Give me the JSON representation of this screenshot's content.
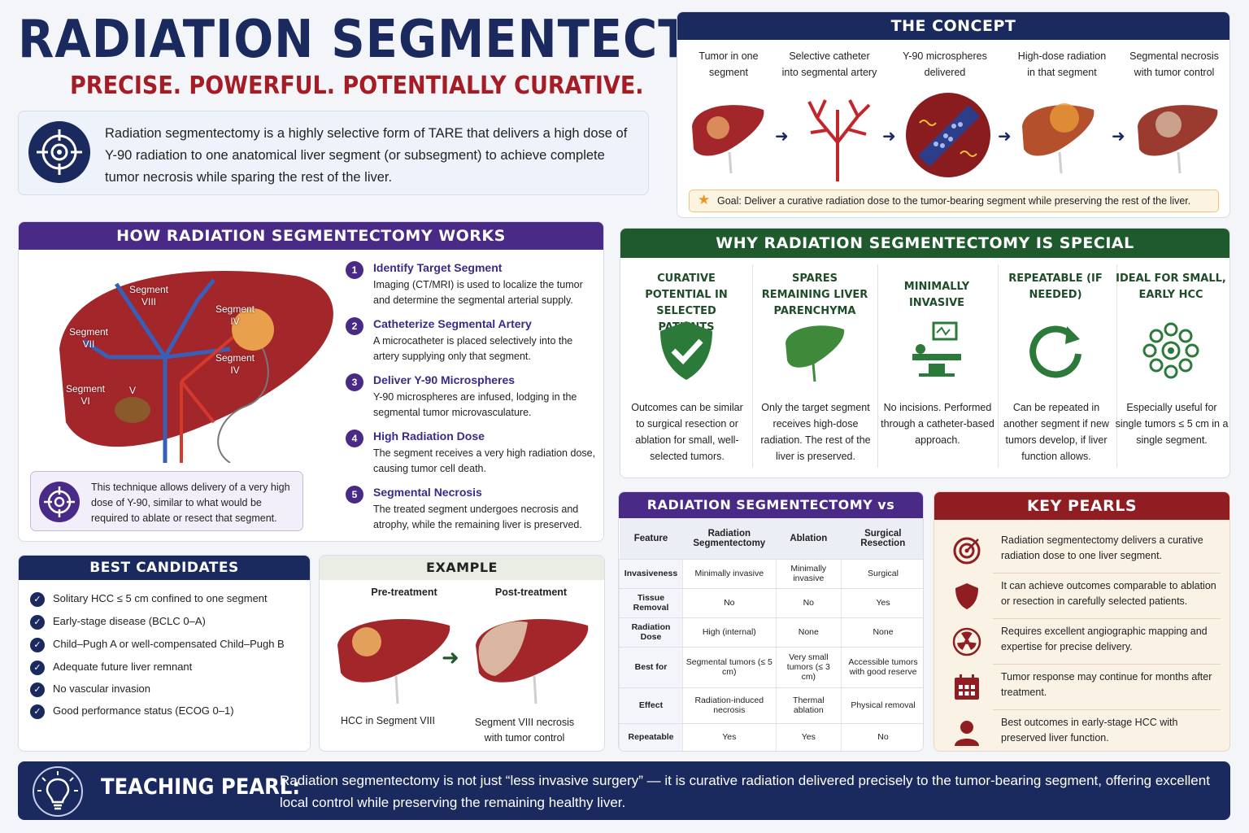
{
  "header": {
    "title": "RADIATION SEGMENTECTOMY",
    "tagline": "PRECISE. POWERFUL. POTENTIALLY CURATIVE.",
    "intro": "Radiation segmentectomy is a highly selective form of TARE that delivers a high dose of Y-90 radiation to one anatomical liver segment (or subsegment) to achieve complete tumor necrosis while sparing the rest of the liver.",
    "intro_icon": "target-icon"
  },
  "concept": {
    "title": "THE CONCEPT",
    "steps": [
      "Tumor in one segment",
      "Selective catheter into segmental artery",
      "Y-90 microspheres delivered",
      "High-dose radiation in that segment",
      "Segmental necrosis with tumor control"
    ],
    "goal": "Goal: Deliver a curative radiation dose to the tumor-bearing segment while preserving the rest of the liver."
  },
  "how": {
    "title": "HOW RADIATION SEGMENTECTOMY WORKS",
    "segments": [
      "Segment VIII",
      "Segment IV",
      "Segment VII",
      "Segment IV",
      "Segment VI",
      "V"
    ],
    "steps": [
      {
        "n": "1",
        "title": "Identify Target Segment",
        "desc": "Imaging (CT/MRI) is used to localize the tumor and determine the segmental arterial supply."
      },
      {
        "n": "2",
        "title": "Catheterize Segmental Artery",
        "desc": "A microcatheter is placed selectively into the artery supplying only that segment."
      },
      {
        "n": "3",
        "title": "Deliver Y-90 Microspheres",
        "desc": "Y-90 microspheres are infused, lodging in the segmental tumor microvasculature."
      },
      {
        "n": "4",
        "title": "High Radiation Dose",
        "desc": "The segment receives a very high radiation dose, causing tumor cell death."
      },
      {
        "n": "5",
        "title": "Segmental Necrosis",
        "desc": "The treated segment undergoes necrosis and atrophy, while the remaining liver is preserved."
      }
    ],
    "note": "This technique allows delivery of a very high dose of Y-90, similar to what would be required to ablate or resect that segment."
  },
  "special": {
    "title": "WHY RADIATION SEGMENTECTOMY IS SPECIAL",
    "items": [
      {
        "title": "CURATIVE POTENTIAL IN SELECTED PATIENTS",
        "desc": "Outcomes can be similar to surgical resection or ablation for small, well-selected tumors.",
        "icon": "shield-check-icon"
      },
      {
        "title": "SPARES REMAINING LIVER PARENCHYMA",
        "desc": "Only the target segment receives high-dose radiation. The rest of the liver is preserved.",
        "icon": "liver-icon"
      },
      {
        "title": "MINIMALLY INVASIVE",
        "desc": "No incisions. Performed through a catheter-based approach.",
        "icon": "procedure-icon"
      },
      {
        "title": "REPEATABLE (IF NEEDED)",
        "desc": "Can be repeated in another segment if new tumors develop, if liver function allows.",
        "icon": "repeat-icon"
      },
      {
        "title": "IDEAL FOR SMALL, EARLY HCC",
        "desc": "Especially useful for single tumors ≤ 5 cm in a single segment.",
        "icon": "cell-cluster-icon"
      }
    ]
  },
  "candidates": {
    "title": "BEST CANDIDATES",
    "items": [
      "Solitary HCC ≤ 5 cm confined to one segment",
      "Early-stage disease (BCLC 0–A)",
      "Child–Pugh A or well-compensated Child–Pugh B",
      "Adequate future liver remnant",
      "No vascular invasion",
      "Good performance status (ECOG 0–1)"
    ]
  },
  "example": {
    "title": "EXAMPLE",
    "pre_label": "Pre-treatment",
    "post_label": "Post-treatment",
    "pre_caption": "HCC in Segment VIII",
    "post_caption": "Segment VIII necrosis with tumor control"
  },
  "comparison": {
    "title": "RADIATION SEGMENTECTOMY vs OTHER OPTIONS",
    "headers": [
      "Feature",
      "Radiation Segmentectomy",
      "Ablation",
      "Surgical Resection"
    ],
    "rows": [
      [
        "Invasiveness",
        "Minimally invasive",
        "Minimally invasive",
        "Surgical"
      ],
      [
        "Tissue Removal",
        "No",
        "No",
        "Yes"
      ],
      [
        "Radiation Dose",
        "High (internal)",
        "None",
        "None"
      ],
      [
        "Best for",
        "Segmental tumors (≤ 5 cm)",
        "Very small tumors (≤ 3 cm)",
        "Accessible tumors with good reserve"
      ],
      [
        "Effect",
        "Radiation-induced necrosis",
        "Thermal ablation",
        "Physical removal"
      ],
      [
        "Repeatable",
        "Yes",
        "Yes",
        "No"
      ]
    ]
  },
  "pearls": {
    "title": "KEY PEARLS",
    "items": [
      {
        "text": "Radiation segmentectomy delivers a curative radiation dose to one liver segment.",
        "icon": "target-icon"
      },
      {
        "text": "It can achieve outcomes comparable to ablation or resection in carefully selected patients.",
        "icon": "shield-icon"
      },
      {
        "text": "Requires excellent angiographic mapping and expertise for precise delivery.",
        "icon": "radiation-icon"
      },
      {
        "text": "Tumor response may continue for months after treatment.",
        "icon": "calendar-icon"
      },
      {
        "text": "Best outcomes in early-stage HCC with preserved liver function.",
        "icon": "person-icon"
      }
    ]
  },
  "bottom": {
    "label": "TEACHING PEARL:",
    "text": "Radiation segmentectomy is not just “less invasive surgery” — it is curative radiation delivered precisely to the tumor-bearing segment, offering excellent local control while preserving the remaining healthy liver.",
    "icon": "lightbulb-icon"
  },
  "colors": {
    "navy": "#1b2a5e",
    "purple": "#4a2a87",
    "green": "#1f5a2c",
    "red": "#8f1d22",
    "tagline_red": "#a51c24",
    "liver": "#a3262a"
  }
}
